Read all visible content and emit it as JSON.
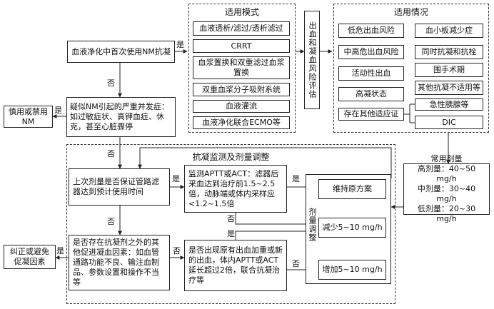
{
  "start": "血液净化中首次使用NM抗凝",
  "suspect": "疑似NM引起的严重并发症：如过敏症状、高钾血症、休克，甚至心脏骤停",
  "caution": "慎用或禁用NM",
  "modes_title": "适用模式",
  "modes": [
    "血液透析/滤过/透析滤过",
    "CRRT",
    "血浆置换和双重滤过血浆置换",
    "双重血浆分子吸附系统",
    "血液灌流",
    "血液净化联合ECMO等"
  ],
  "bleeding_assess": "出血和凝血风险评估",
  "indications_title": "适用情况",
  "indications": [
    "低危出血风险",
    "中高危出血风险",
    "活动性出血",
    "高凝状态",
    "存在其他适应证",
    "血小板减少症",
    "同时抗凝和抗栓",
    "围手术期",
    "其他抗凝不适用等",
    "急性胰腺等",
    "DIC"
  ],
  "dose": {
    "title": "常用剂量",
    "high": "高剂量：40~50 mg/h",
    "mid": "中剂量：30~40 mg/h",
    "low": "低剂量：20~30 mg/h"
  },
  "monitor_title": "抗凝监测及剂量调整",
  "q_dose": "上次剂量是否保证管路滤器达到预计使用时间",
  "monitor": "监测APTT或ACT：滤器后采血达到治疗前1.5~2.5倍，动脉端或体内采样应<1.2~1.5倍",
  "q_other": "是否存在抗凝剂之外的其他促进凝血因素：如血管通路功能不良、输注血制品、参数设置和操作不当等",
  "correct": "纠正或避免促凝因素",
  "q_bleed": "是否出现原有出血加重或新的出血，体内APTT或ACT延长超过2倍，联合抗凝治疗等",
  "adjust_title": "剂量调整",
  "keep": "维持原方案",
  "reduce": "减少5~10 mg/h",
  "increase": "增加5~10 mg/h",
  "yes": "是",
  "no": "否"
}
